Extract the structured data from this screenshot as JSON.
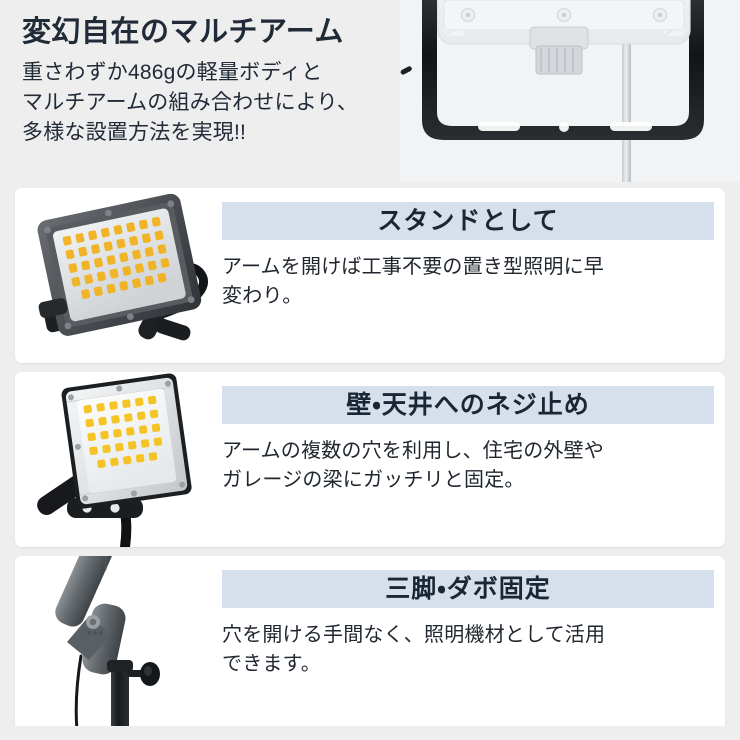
{
  "hero": {
    "title": "変幻自在のマルチアーム",
    "description_lines": [
      "重さわずか486gの軽量ボディと",
      "マルチアームの組み合わせにより、",
      "多様な設置方法を実現!!"
    ],
    "weight": "486g",
    "photo_alt": "white-led-floodlight-with-black-multi-arm"
  },
  "theme": {
    "page_background": "#eeeeee",
    "card_background": "#ffffff",
    "heading_band": "#d5e0ec",
    "heading_text": "#1b2634",
    "body_text": "#21272f",
    "title_text": "#212b38"
  },
  "cards": [
    {
      "id": "stand",
      "heading": "スタンドとして",
      "description_lines": [
        "アームを開けば工事不要の置き型照明に早",
        "変わり。"
      ],
      "photo_alt": "dark-floodlight-standing-on-open-arm-with-coiled-cable"
    },
    {
      "id": "wall-ceiling-screw",
      "heading": "壁・天井へのネジ止め",
      "description_lines": [
        "アームの複数の穴を利用し、住宅の外壁や",
        "ガレージの梁にガッチリと固定。"
      ],
      "photo_alt": "white-floodlight-screw-mounted-on-angled-black-bracket"
    },
    {
      "id": "tripod-dowel",
      "heading": "三脚・ダボ固定",
      "description_lines": [
        "穴を開ける手間なく、照明機材として活用",
        "できます。"
      ],
      "photo_alt": "gray-arm-clamped-on-tripod-light-stand-with-knob"
    }
  ]
}
